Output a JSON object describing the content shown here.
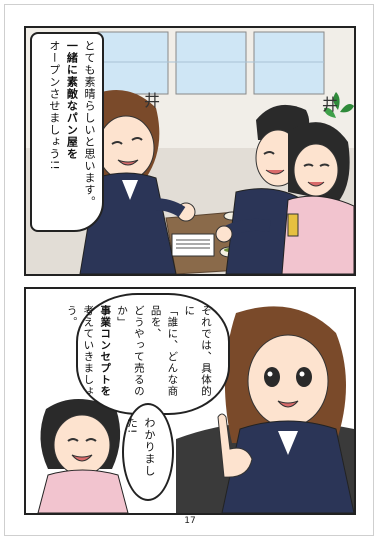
{
  "panel1": {
    "bubble_lines": [
      "とても素晴らしいと思います。",
      "一緒に素敵なパン屋を",
      "オープンさせましょう!!"
    ],
    "sfx_left": "井",
    "sfx_right": "井"
  },
  "panel2": {
    "bubble_main_lines": [
      "それでは、具体的に",
      "「誰に、どんな商品を、",
      "どうやって売るのか」",
      "事業コンセプトを",
      "考えていきましょう。"
    ],
    "bubble_reply_lines": [
      "わかりました!"
    ]
  },
  "page_number": "17",
  "colors": {
    "suit_navy": "#2b3557",
    "hair_brown": "#7a4a2a",
    "hair_dark": "#2a2a2a",
    "pink_jacket": "#f2c4cf",
    "skin": "#fde3cf",
    "window_blue": "#cfe6f5",
    "table_wood": "#8a6a4a",
    "plant_green": "#2f8a3a"
  }
}
